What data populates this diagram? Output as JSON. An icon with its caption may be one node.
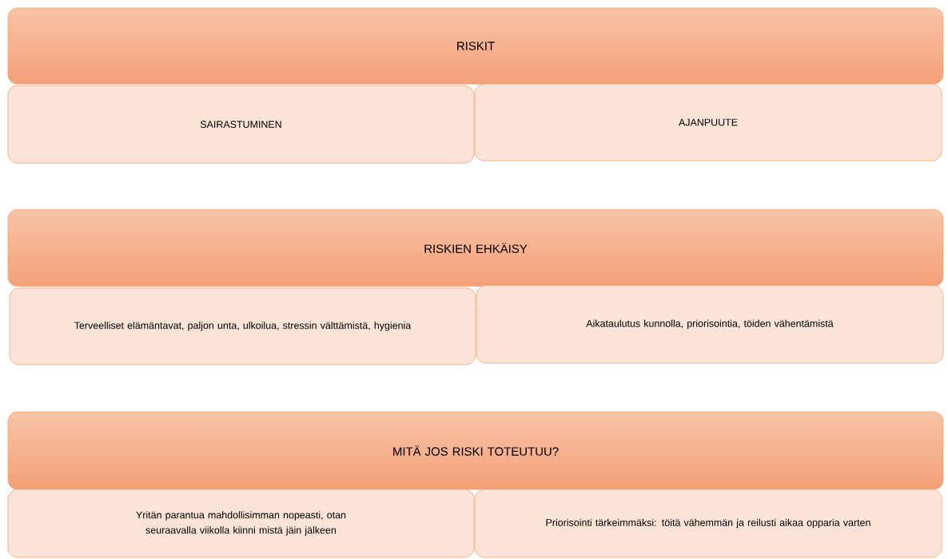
{
  "diagram": {
    "nodes": [
      {
        "text": [
          "RISKIT"
        ]
      },
      {
        "text": [
          "SAIRASTUMINEN"
        ]
      },
      {
        "text": [
          "AJANPUUTE"
        ]
      },
      {
        "text": [
          "RISKIEN EHKÄISY"
        ]
      },
      {
        "text": [
          "Terveelliset elämäntavat, paljon unta, ulkoilua, stressin välttämistä, hygienia"
        ]
      },
      {
        "text": [
          "Aikataulutus kunnolla, priorisointia, töiden vähentämistä"
        ]
      },
      {
        "text": [
          "MITÄ JOS RISKI TOTEUTUU?"
        ]
      },
      {
        "text": [
          "Yritän parantua mahdollisimman nopeasti, otan seuraavalla viikolla kiinni mistä jäin jälkeen"
        ]
      },
      {
        "text": [
          "Priorisointi tärkeimmäksi: töitä vähemmän ja reilusti aikaa opparia varten"
        ]
      }
    ]
  }
}
